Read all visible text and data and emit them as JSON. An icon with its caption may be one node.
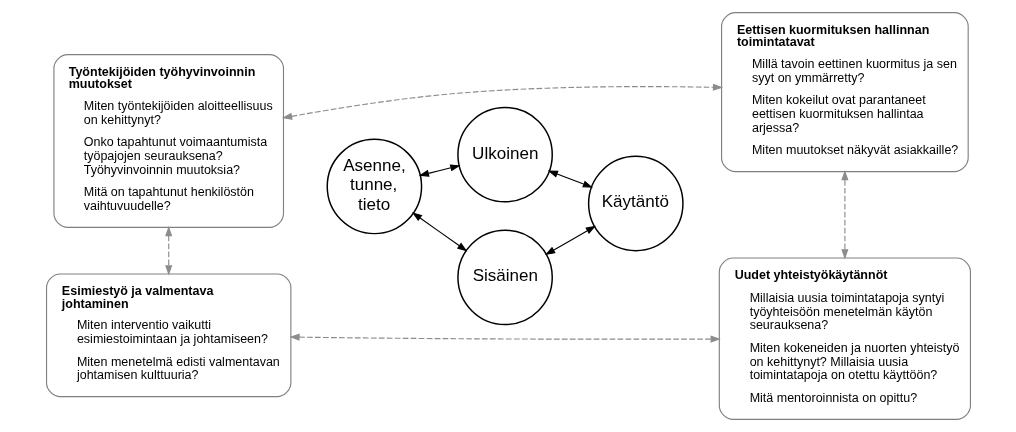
{
  "diagram": {
    "nodes": [
      {
        "text": [
          "Työntekijöiden työhyvinvoinnin muutokset",
          "Miten työntekijöiden aloitteellisuus on kehittynyt?",
          "Onko tapahtunut voimaantumista työpajojen seurauksena? Työhyvinvoinnin muutoksia?",
          "Mitä on tapahtunut henkilöstön vaihtuvuudelle?"
        ]
      },
      {
        "text": [
          "Ulkoinen"
        ]
      },
      {
        "text": [
          "Eettisen kuormituksen hallinnan toimintatavat",
          "Millä tavoin eettinen kuormitus ja sen syyt on ymmärretty?",
          "Miten kokeilut ovat parantaneet eettisen kuormituksen hallintaa arjessa?",
          "Miten muutokset näkyvät asiakkaille?"
        ]
      },
      {
        "text": [
          "Asenne, tunne, tieto"
        ]
      },
      {
        "text": [
          "Käytäntö"
        ]
      },
      {
        "text": [
          "Esimiestyö ja valmentava johtaminen",
          "Miten interventio vaikutti esimiestoimintaan ja johtamiseen?",
          "Miten menetelmä edisti valmentavan johtamisen kulttuuria?"
        ]
      },
      {
        "text": [
          "Sisäinen"
        ]
      },
      {
        "text": [
          "Uudet yhteistyökäytännöt",
          "Millaisia uusia toimintatapoja syntyi työyhteisöön menetelmän käytön seurauksena?",
          "Miten kokeneiden ja nuorten yhteistyö on kehittynyt? Millaisia uusia toimintatapoja on otettu käyttöön?",
          "Mitä mentoroinnista on opittu?"
        ]
      }
    ],
    "edges": [
      {
        "from": 0,
        "to": 2,
        "arrow": "both",
        "style": "dashed",
        "color": "#8c8c8c"
      },
      {
        "from": 3,
        "to": 1,
        "arrow": "both",
        "color": "#000000"
      },
      {
        "from": 1,
        "to": 4,
        "arrow": "both",
        "color": "#000000"
      },
      {
        "from": 0,
        "to": 5,
        "arrow": "both",
        "style": "dashed",
        "color": "#8c8c8c"
      },
      {
        "from": 2,
        "to": 7,
        "arrow": "both",
        "style": "dashed",
        "color": "#8c8c8c"
      },
      {
        "from": 3,
        "to": 6,
        "arrow": "both",
        "color": "#000000"
      },
      {
        "from": 6,
        "to": 4,
        "arrow": "both",
        "color": "#000000"
      },
      {
        "from": 5,
        "to": 7,
        "arrow": "both",
        "style": "dashed",
        "color": "#8c8c8c"
      }
    ]
  }
}
